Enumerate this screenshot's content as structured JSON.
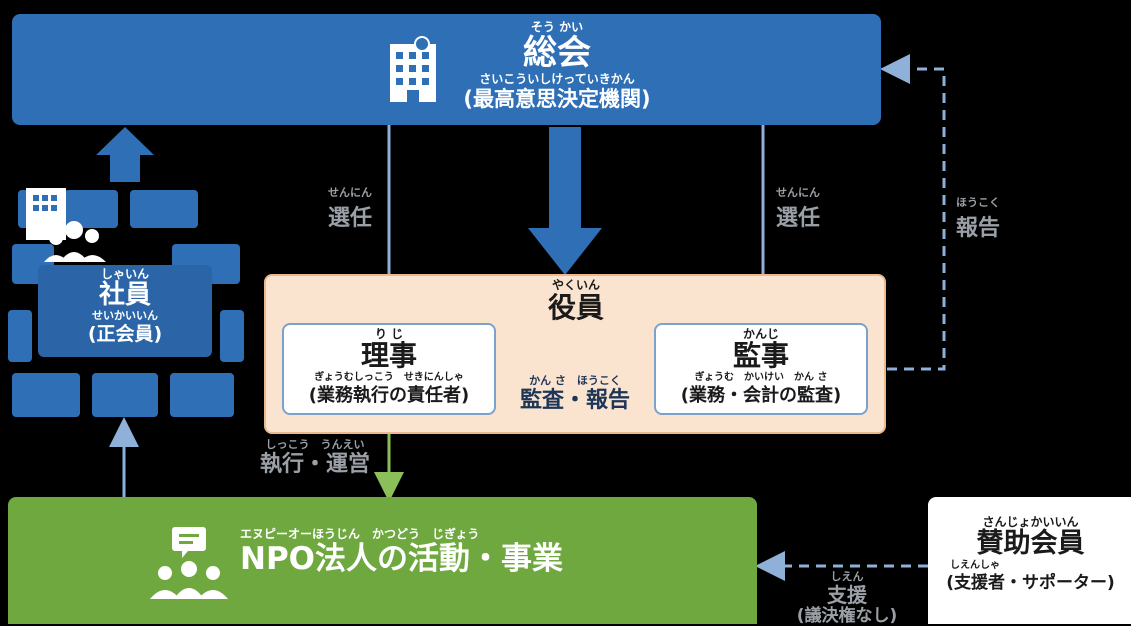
{
  "soukai": {
    "ruby": "そう かい",
    "title": "総会",
    "sub_ruby": "さいこういしけっていきかん",
    "sub": "(最高意思決定機関)"
  },
  "yakuin": {
    "ruby": "やくいん",
    "title": "役員"
  },
  "riji": {
    "ruby": "り じ",
    "title": "理事",
    "sub_ruby": "ぎょうむしっこう　せきにんしゃ",
    "sub": "(業務執行の責任者)"
  },
  "kanji": {
    "ruby": "かんじ",
    "title": "監事",
    "sub_ruby": "ぎょうむ　かいけい　かん さ",
    "sub": "(業務・会計の監査)"
  },
  "shain": {
    "ruby": "しゃいん",
    "title": "社員",
    "sub_ruby": "せいかいいん",
    "sub": "(正会員)"
  },
  "npo": {
    "ruby": "エヌピーオーほうじん　かつどう　じぎょう",
    "title": "NPO法人の活動・事業"
  },
  "sanjo": {
    "ruby": "さんじょかいいん",
    "title": "賛助会員",
    "sub_ruby": "しえんしゃ",
    "sub": "(支援者・サポーター)"
  },
  "labels": {
    "senin_left_ruby": "せんにん",
    "senin_left": "選任",
    "senin_right_ruby": "せんにん",
    "senin_right": "選任",
    "houkoku_ruby": "ほうこく",
    "houkoku": "報告",
    "kansa_ruby": "かん さ　ほうこく",
    "kansa": "監査・報告",
    "shikkou_ruby": "しっこう　うんえい",
    "shikkou": "執行・運営",
    "shien_ruby": "しえん",
    "shien": "支援",
    "shien_sub": "(議決権なし)"
  },
  "colors": {
    "blue": "#2e6fb6",
    "green": "#6ea83f",
    "peach": "#fbe4cf",
    "grey": "#9aa0a6",
    "dash": "#8fb0d8"
  },
  "icons": [
    "building-icon",
    "people-icon",
    "group-chat-icon"
  ]
}
